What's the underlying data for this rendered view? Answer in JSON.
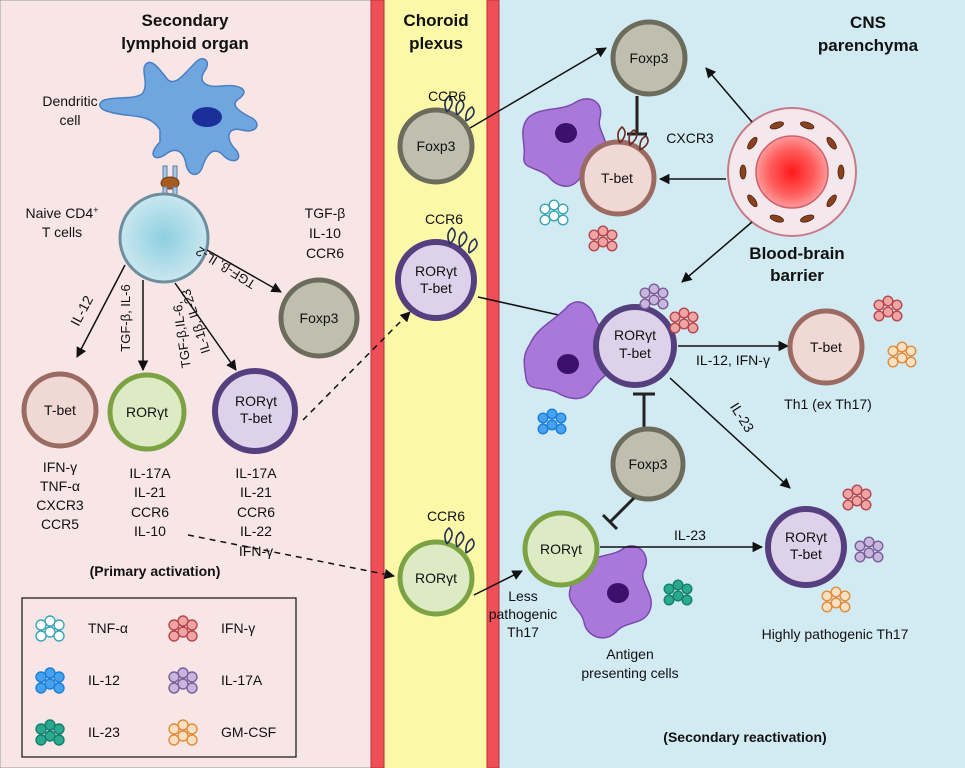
{
  "headers": {
    "secondary_line1": "Secondary",
    "secondary_line2": "lymphoid organ",
    "choroid_line1": "Choroid",
    "choroid_line2": "plexus",
    "cns_line1": "CNS",
    "cns_line2": "parenchyma"
  },
  "labels": {
    "dendritic_line1": "Dendritic",
    "dendritic_line2": "cell",
    "naive_line1": "Naive CD4",
    "naive_sup": "+",
    "naive_line2": "T cells",
    "bbb_line1": "Blood-brain",
    "bbb_line2": "barrier",
    "primary_activation": "(Primary activation)",
    "secondary_reactivation": "(Secondary reactivation)",
    "less_path_line1": "Less",
    "less_path_line2": "pathogenic",
    "less_path_line3": "Th17",
    "apc_line1": "Antigen",
    "apc_line2": "presenting cells",
    "th1_ex_th17": "Th1 (ex Th17)",
    "highly_pathogenic": "Highly pathogenic Th17"
  },
  "cells": {
    "lymph_tbet": "T-bet",
    "lymph_roryt": "RORγt",
    "lymph_dual_line1": "RORγt",
    "lymph_dual_line2": "T-bet",
    "lymph_foxp3": "Foxp3",
    "cp_foxp3": "Foxp3",
    "cp_dual_line1": "RORγt",
    "cp_dual_line2": "T-bet",
    "cp_roryt": "RORγt",
    "cns_foxp3_top": "Foxp3",
    "cns_tbet_top": "T-bet",
    "cns_dual_line1": "RORγt",
    "cns_dual_line2": "T-bet",
    "cns_th1": "T-bet",
    "cns_foxp3_mid": "Foxp3",
    "cns_roryt": "RORγt",
    "cns_high_line1": "RORγt",
    "cns_high_line2": "T-bet"
  },
  "receptors": {
    "ccr6_foxp3": "CCR6",
    "ccr6_dual": "CCR6",
    "ccr6_roryt": "CCR6",
    "cxcr3": "CXCR3"
  },
  "cytokine_conditions": {
    "il12": "IL-12",
    "tgfb_il6": "TGF-β, IL-6",
    "tgfb_il6_rot": "TGF-β,IL-6,",
    "il1b_il23": "IL-1β, IL-23",
    "tgfb_il2": "TGF-β, IL-2",
    "il12_ifng": "IL-12, IFN-γ",
    "il23_diag": "IL-23",
    "il23_horiz": "IL-23"
  },
  "secreted": {
    "tbet": [
      "IFN-γ",
      "TNF-α",
      "CXCR3",
      "CCR5"
    ],
    "roryt": [
      "IL-17A",
      "IL-21",
      "CCR6",
      "IL-10"
    ],
    "dual": [
      "IL-17A",
      "IL-21",
      "CCR6",
      "IL-22",
      "IFN-γ"
    ],
    "foxp3": [
      "TGF-β",
      "IL-10",
      "CCR6"
    ]
  },
  "legend": {
    "items": [
      {
        "label": "TNF-α",
        "color": "#3aa6b8",
        "fill": "#ffffff"
      },
      {
        "label": "IFN-γ",
        "color": "#b5474d",
        "fill": "#f1a4a4"
      },
      {
        "label": "IL-12",
        "color": "#1e7fd6",
        "fill": "#45a2f0"
      },
      {
        "label": "IL-17A",
        "color": "#7a5e9a",
        "fill": "#c9b6dd"
      },
      {
        "label": "IL-23",
        "color": "#14806c",
        "fill": "#2aa890"
      },
      {
        "label": "GM-CSF",
        "color": "#e28b3b",
        "fill": "#fbe1c3"
      }
    ]
  },
  "colors": {
    "lymph_bg": "#f8e6e6",
    "choroid_bg": "#fbf8a8",
    "cns_bg": "#d2eaf2",
    "barrier": "#ef4f56",
    "tbet_fill": "#f0d8d4",
    "tbet_ring": "#9b6b63",
    "roryt_fill": "#dcebc4",
    "roryt_ring": "#7ca244",
    "dual_fill": "#ddd2ea",
    "dual_ring": "#553f7f",
    "foxp3_fill": "#bfbfb0",
    "foxp3_ring": "#6c6c5c",
    "apc_fill": "#a978d8",
    "apc_nucleus": "#3c116e"
  }
}
